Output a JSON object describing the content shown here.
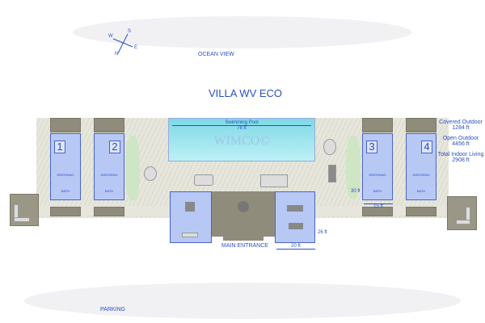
{
  "title": "VILLA WV ECO",
  "compass": {
    "n": "N",
    "s": "S",
    "e": "E",
    "w": "W"
  },
  "ocean_view": "OCEAN VIEW",
  "parking": "PARKING",
  "main_entrance": "MAIN ENTRANCE",
  "pool": {
    "label": "Swimming Pool",
    "length": "78 ft",
    "watermark": "WIMCO©"
  },
  "bedrooms": [
    {
      "number": "1",
      "dressing": "DRESSING",
      "bath": "BATH"
    },
    {
      "number": "2",
      "dressing": "DRESSING",
      "bath": "BATH"
    },
    {
      "number": "3",
      "dressing": "DRESSING",
      "bath": "BATH"
    },
    {
      "number": "4",
      "dressing": "DRESSING",
      "bath": "BATH"
    }
  ],
  "dimensions": {
    "bed_height": "30 ft",
    "bed_width": "15 ft",
    "dining_height": "26 ft",
    "dining_width": "20 ft"
  },
  "areas": [
    {
      "label": "Covered Outdoor",
      "value": "1284 ft"
    },
    {
      "label": "Open Outdoor",
      "value": "4456 ft"
    },
    {
      "label": "Total Indoor Living",
      "value": "2908 ft"
    }
  ],
  "colors": {
    "accent": "#2b4fc4",
    "room": "#b7c8f5",
    "pool": "#8fdde8"
  }
}
